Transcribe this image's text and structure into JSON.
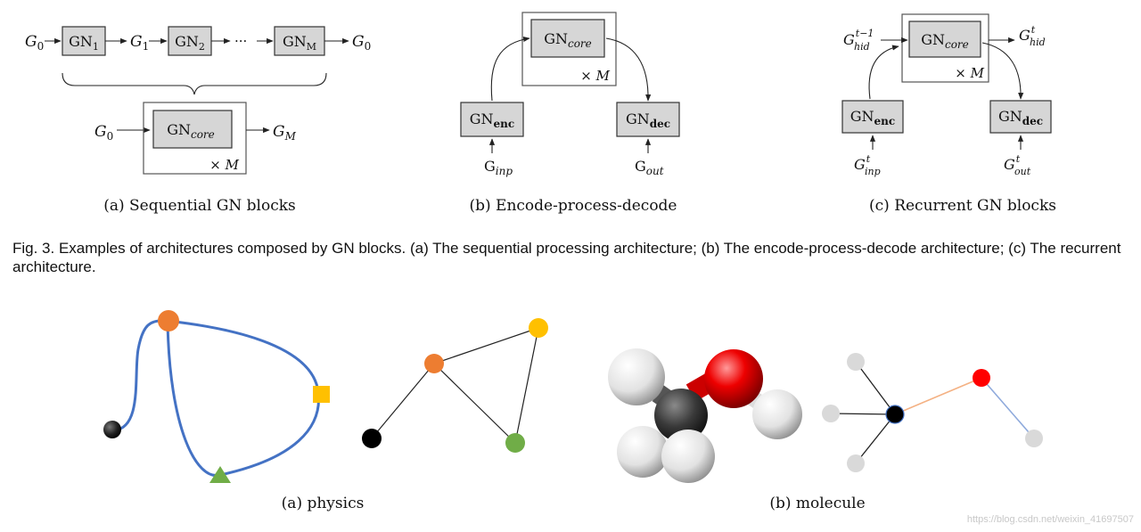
{
  "top_figure": {
    "panel_a": {
      "caption": "(a) Sequential GN blocks",
      "chain": [
        {
          "kind": "sym",
          "text": "G",
          "sub": "0"
        },
        {
          "kind": "box",
          "text": "GN",
          "sub": "1"
        },
        {
          "kind": "sym",
          "text": "G",
          "sub": "1"
        },
        {
          "kind": "box",
          "text": "GN",
          "sub": "2"
        },
        {
          "kind": "dots",
          "text": "···"
        },
        {
          "kind": "box",
          "text": "GN",
          "sub": "M"
        },
        {
          "kind": "sym",
          "text": "G",
          "sub": "0"
        }
      ],
      "core_in": {
        "text": "G",
        "sub": "0"
      },
      "core_box": {
        "text": "GN",
        "sub": "core"
      },
      "core_out": {
        "text": "G",
        "sub": "M"
      },
      "repeat": "× M"
    },
    "panel_b": {
      "caption": "(b) Encode-process-decode",
      "core_box": {
        "text": "GN",
        "sub": "core"
      },
      "repeat": "× M",
      "enc_box": {
        "text": "GN",
        "sub": "enc"
      },
      "dec_box": {
        "text": "GN",
        "sub": "dec"
      },
      "input": {
        "text": "G",
        "sub": "inp"
      },
      "output": {
        "text": "G",
        "sub": "out"
      }
    },
    "panel_c": {
      "caption": "(c) Recurrent GN blocks",
      "core_box": {
        "text": "GN",
        "sub": "core"
      },
      "repeat": "× M",
      "enc_box": {
        "text": "GN",
        "sub": "enc"
      },
      "dec_box": {
        "text": "GN",
        "sub": "dec"
      },
      "hid_in": {
        "text": "G",
        "sub": "hid",
        "sup": "t−1"
      },
      "hid_out": {
        "text": "G",
        "sub": "hid",
        "sup": "t"
      },
      "input": {
        "text": "G",
        "sub": "inp",
        "sup": "t"
      },
      "output": {
        "text": "G",
        "sub": "out",
        "sup": "t"
      }
    }
  },
  "figure_caption": "Fig. 3. Examples of architectures composed by GN blocks. (a) The sequential processing architecture; (b) The encode-process-decode architecture; (c) The recurrent architecture.",
  "bottom_figure": {
    "physics_caption": "(a) physics",
    "molecule_caption": "(b) molecule",
    "colors": {
      "orange": "#ed7d31",
      "yellow": "#ffc000",
      "green": "#70ad47",
      "black": "#000000",
      "rope_blue": "#4472c4",
      "oxygen_red": "#ff0000",
      "hydrogen_gray": "#d9d9d9"
    }
  },
  "watermark": "https://blog.csdn.net/weixin_41697507"
}
